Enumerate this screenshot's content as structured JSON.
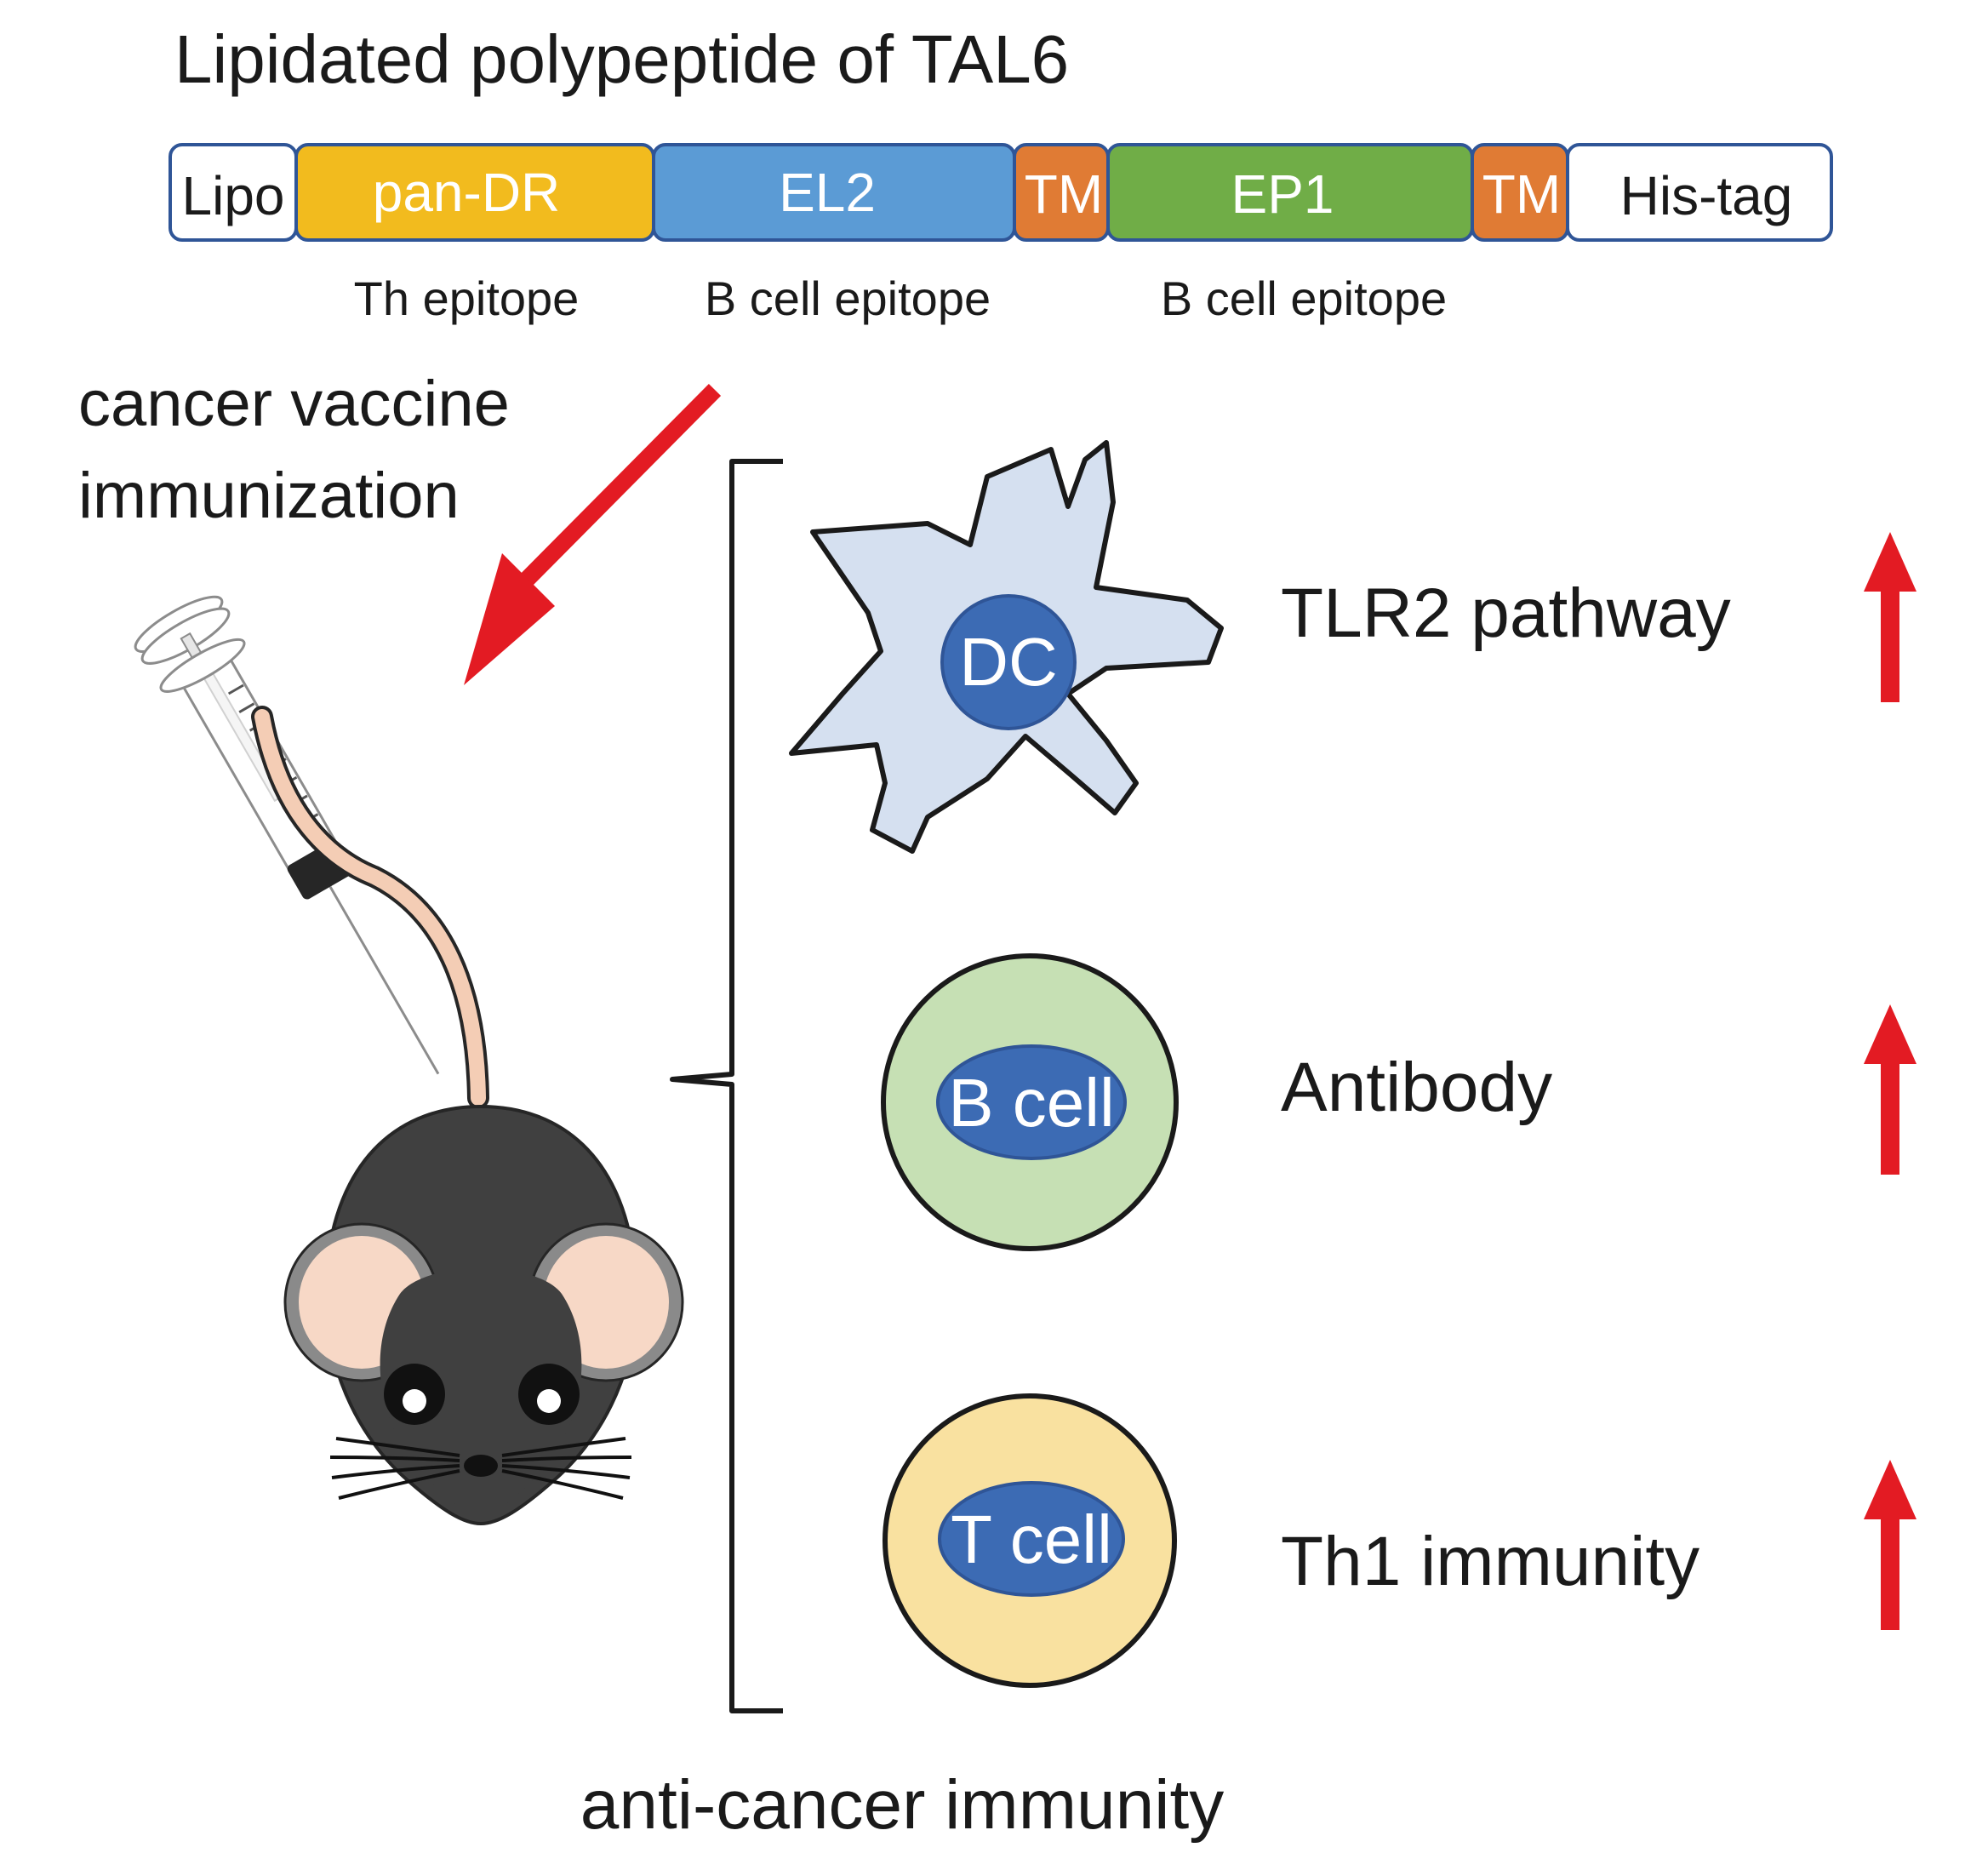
{
  "title": "Lipidated polypeptide of TAL6",
  "construct": {
    "segments": [
      {
        "label": "Lipo",
        "fill": "#ffffff",
        "text_color": "#1a1a1a"
      },
      {
        "label": "pan-DR",
        "fill": "#f2bb1e",
        "text_color": "#ffffff"
      },
      {
        "label": "EL2",
        "fill": "#5b9bd5",
        "text_color": "#ffffff"
      },
      {
        "label": "TM",
        "fill": "#e07b34",
        "text_color": "#ffffff"
      },
      {
        "label": "EP1",
        "fill": "#70ad47",
        "text_color": "#ffffff"
      },
      {
        "label": "TM",
        "fill": "#e07b34",
        "text_color": "#ffffff"
      },
      {
        "label": "His-tag",
        "fill": "#ffffff",
        "text_color": "#1a1a1a"
      }
    ],
    "outline_color": "#2f5597",
    "epitope_labels": [
      "Th epitope",
      "B cell epitope",
      "B cell epitope"
    ]
  },
  "immunization": {
    "line1": "cancer vaccine",
    "line2": "immunization",
    "arrow_color": "#e31b23"
  },
  "cells": [
    {
      "label": "DC",
      "shape": "dendritic",
      "body_color": "#d5e0f0",
      "nucleus_color": "#3c6bb4",
      "effect": "TLR2 pathway",
      "trend": "up"
    },
    {
      "label": "B cell",
      "shape": "round",
      "body_color": "#c6e0b4",
      "nucleus_color": "#3c6bb4",
      "effect": "Antibody",
      "trend": "up"
    },
    {
      "label": "T cell",
      "shape": "round",
      "body_color": "#f9e1a0",
      "nucleus_color": "#3c6bb4",
      "effect": "Th1 immunity",
      "trend": "up"
    }
  ],
  "up_arrow_color": "#e31b23",
  "outcome": "anti-cancer immunity",
  "icons": [
    "syringe-icon",
    "mouse-icon"
  ]
}
